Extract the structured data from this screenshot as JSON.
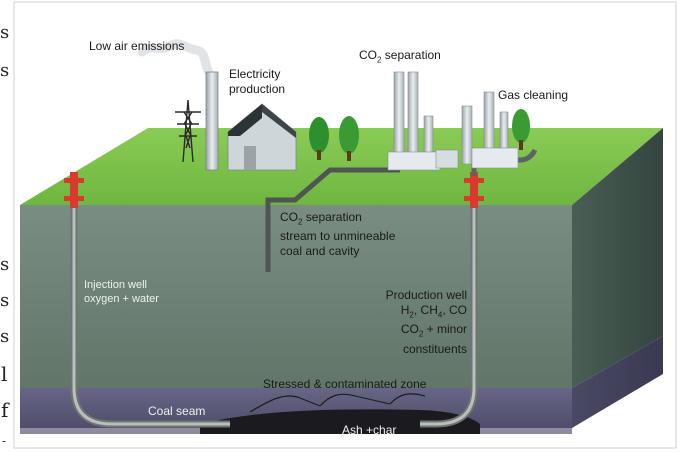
{
  "labels": {
    "low_air_emissions": "Low air emissions",
    "electricity_1": "Electricity",
    "electricity_2": "production",
    "co2_sep_pre": "CO",
    "co2_sep_sub": "2",
    "co2_sep_post": " separation",
    "gas_cleaning": "Gas cleaning",
    "stream_l1_pre": "CO",
    "stream_l1_sub": "2",
    "stream_l1_post": " separation",
    "stream_l2": "stream to unmineable",
    "stream_l3": "coal and cavity",
    "injection_l1": "Injection well",
    "injection_l2": "oxygen + water",
    "production_l1": "Production well",
    "production_l2_a": "H",
    "production_l2_b": "2",
    "production_l2_c": ", CH",
    "production_l2_d": "4",
    "production_l2_e": ", CO",
    "production_l3_a": "CO",
    "production_l3_b": "2",
    "production_l3_c": " + minor",
    "production_l4": "constituents",
    "stressed_zone": "Stressed & contaminated zone",
    "coal_seam": "Coal seam",
    "ash_char": "Ash +char"
  },
  "left_margin_fragments": [
    "s",
    "s",
    "s",
    "s",
    "s",
    "l",
    "f",
    "-"
  ],
  "colors": {
    "grass": "#7cc24a",
    "earth_front": "#6f837a",
    "earth_side": "#3d5048",
    "coal_seam": "#5b5a78",
    "well_pipe": "#8c9290",
    "valve": "#d93a2b",
    "frame_border": "#c8c8c8"
  }
}
